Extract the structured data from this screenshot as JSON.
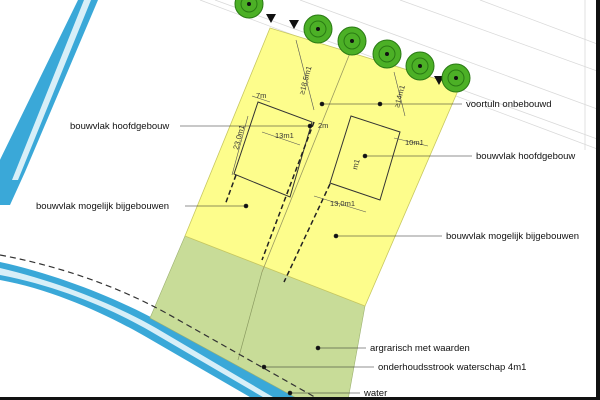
{
  "colors": {
    "background": "#ffffff",
    "water": "#3aa8d8",
    "water_light": "#cfeaf6",
    "build_plot": "#fdfd8c",
    "agricultural": "#c8dc98",
    "tree": "#4cb026",
    "leader_line": "#222222"
  },
  "labels": {
    "front_garden": "voortuln onbebouwd",
    "main_building_left": "bouwvlak hoofdgebouw",
    "main_building_right": "bouwvlak hoofdgebouw",
    "annex_left": "bouwvlak mogelijk bijgebouwen",
    "annex_right": "bouwvlak mogelijk bijgebouwen",
    "agricultural": "argrarisch met waarden",
    "maintenance_strip": "onderhoudsstrook waterschap 4m1",
    "water": "water"
  },
  "dimensions": {
    "front_left": "≥18,5m1",
    "front_right": "≥14m1",
    "side_left": "7m",
    "side_left_b": "2m",
    "depth_left": "23,0m1",
    "width_left": "13m1",
    "side_right": "10m1",
    "depth_right": "m1",
    "width_right": "13,0m1"
  },
  "icons": {
    "trees": "tree-icon",
    "arrows": "north-arrow-icon"
  }
}
